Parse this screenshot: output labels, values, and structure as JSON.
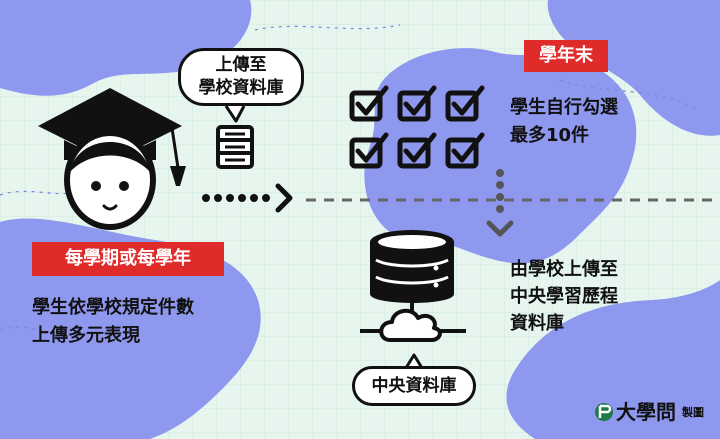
{
  "labels": {
    "upload_bubble_line1": "上傳至",
    "upload_bubble_line2": "學校資料庫",
    "year_end_tag": "學年末",
    "select_line1": "學生自行勾選",
    "select_line2": "最多10件",
    "semester_tag": "每學期或每學年",
    "student_upload_line1": "學生依學校規定件數",
    "student_upload_line2": "上傳多元表現",
    "central_upload_line1": "由學校上傳至",
    "central_upload_line2": "中央學習歷程",
    "central_upload_line3": "資料庫",
    "central_db_bubble": "中央資料庫",
    "brand_name": "大學問",
    "brand_suffix": "製圖"
  },
  "colors": {
    "background": "#e6f6ee",
    "blob": "#8f98ef",
    "accent_red": "#e02b2b",
    "ink": "#111111",
    "brand_green": "#1f7a4a"
  },
  "icons": {
    "graduate": "graduate-head-icon",
    "school_server": "server-icon",
    "arrow": "dotted-arrow-right-icon",
    "checklist": "checkbox-grid-icon",
    "down_arrow": "dotted-arrow-down-icon",
    "database": "database-cloud-icon",
    "brand_logo": "brand-logo-icon"
  }
}
